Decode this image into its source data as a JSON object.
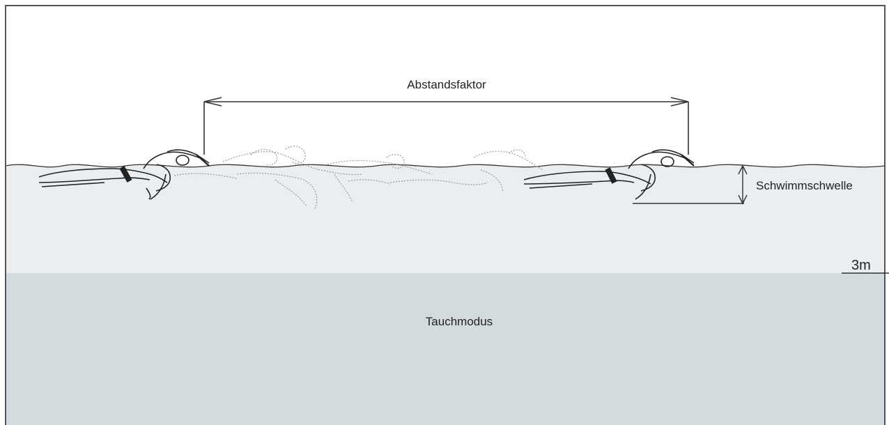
{
  "labels": {
    "distance_factor": "Abstandsfaktor",
    "swim_threshold": "Schwimmschwelle",
    "depth_marker": "3m",
    "dive_mode": "Tauchmodus"
  },
  "colors": {
    "frame": "#555555",
    "surface_water": "#eaeef1",
    "deep_water": "#d3dbde",
    "line": "#333333",
    "ghost": "#999999"
  },
  "icons": {
    "swimmer_left": "swimmer-freestyle-icon",
    "swimmer_right": "swimmer-freestyle-icon",
    "ghost_swimmers": "ghost-swimmer-trail-icon"
  }
}
